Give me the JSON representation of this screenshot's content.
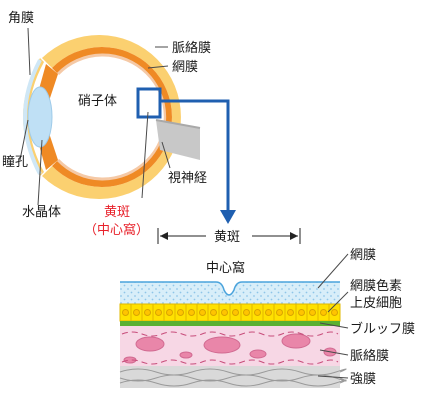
{
  "labels": {
    "cornea": "角膜",
    "choroid": "脈絡膜",
    "retina": "網膜",
    "vitreous": "硝子体",
    "pupil": "瞳孔",
    "optic_nerve": "視神経",
    "lens": "水晶体",
    "macula": "黄斑",
    "fovea_paren": "（中心窩）"
  },
  "detail": {
    "macula_width": "黄斑",
    "fovea": "中心窩",
    "layers": {
      "retina": "網膜",
      "rpe_line1": "網膜色素",
      "rpe_line2": "上皮細胞",
      "bruch": "ブルッフ膜",
      "choroid": "脈絡膜",
      "sclera": "強膜"
    }
  },
  "colors": {
    "retina_fill": "#d8eef9",
    "rpe": "#ffe100",
    "bruch": "#5ab031",
    "choroid_bg": "#f7d7e5",
    "choroid_cells": "#e986a9",
    "sclera": "#d9d9d9",
    "eye_outer": "#fbd070",
    "eye_orange": "#ef8a25",
    "arrow_blue": "#1f5fb0",
    "macula_text": "#e8222b"
  }
}
